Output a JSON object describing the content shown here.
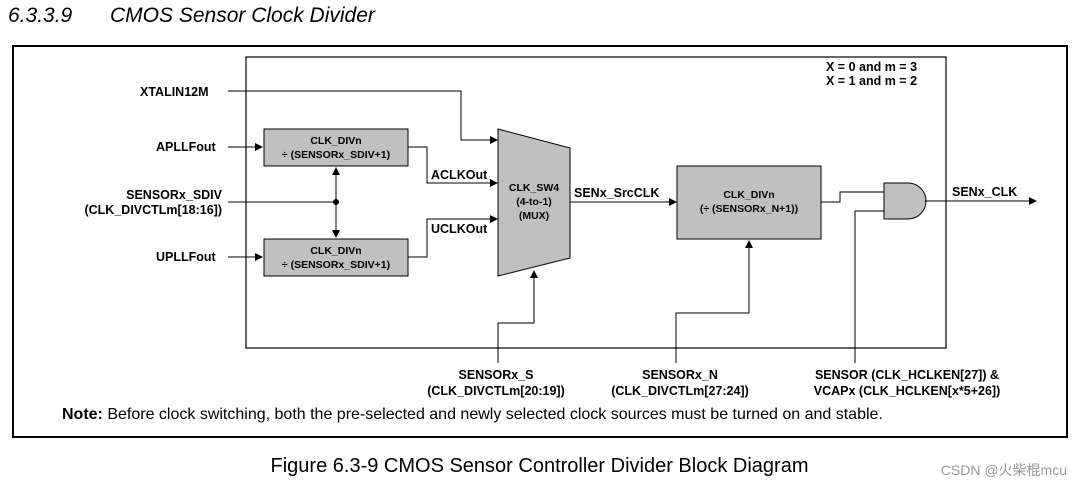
{
  "section": {
    "number": "6.3.3.9",
    "title": "CMOS Sensor Clock Divider"
  },
  "diagram": {
    "conditions": [
      "X = 0 and m = 3",
      "X = 1 and m = 2"
    ],
    "inputs": {
      "xtal": "XTALIN12M",
      "apll": "APLLFout",
      "sdiv_line1": "SENSORx_SDIV",
      "sdiv_line2": "(CLK_DIVCTLm[18:16])",
      "upll": "UPLLFout"
    },
    "div_top": {
      "line1": "CLK_DIVn",
      "line2": "÷ (SENSORx_SDIV+1)"
    },
    "div_bottom": {
      "line1": "CLK_DIVn",
      "line2": "÷ (SENSORx_SDIV+1)"
    },
    "aclk": "ACLKOut",
    "uclk": "UCLKOut",
    "mux": {
      "line1": "CLK_SW4",
      "line2": "(4-to-1)",
      "line3": "(MUX)"
    },
    "srcclk": "SENx_SrcCLK",
    "div_n": {
      "line1": "CLK_DIVn",
      "line2": "(÷ (SENSORx_N+1))"
    },
    "output": "SENx_CLK",
    "sel_s": {
      "line1": "SENSORx_S",
      "line2": "(CLK_DIVCTLm[20:19])"
    },
    "sel_n": {
      "line1": "SENSORx_N",
      "line2": "(CLK_DIVCTLm[27:24])"
    },
    "enable": {
      "line1": "SENSOR (CLK_HCLKEN[27]) &",
      "line2": "VCAPx (CLK_HCLKEN[x*5+26])"
    }
  },
  "note": {
    "prefix": "Note:",
    "text": " Before clock switching, both the pre-selected and newly selected clock sources must be turned on and stable."
  },
  "caption": "Figure 6.3-9 CMOS Sensor Controller Divider Block Diagram",
  "watermark": "CSDN @火柴棍mcu",
  "colors": {
    "block_fill": "#c0c0c0",
    "line": "#000000"
  }
}
